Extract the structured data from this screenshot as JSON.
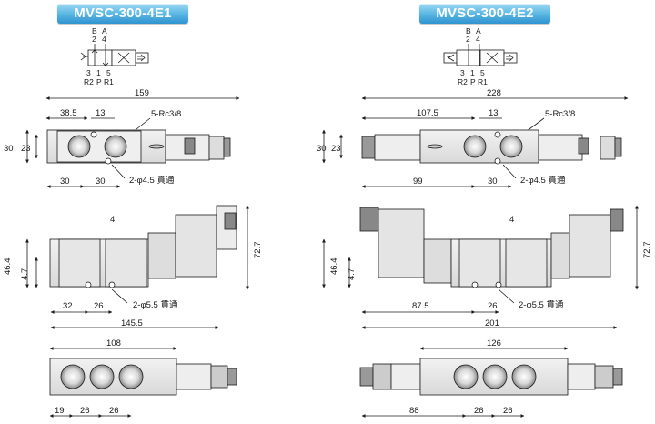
{
  "models": [
    {
      "title": "MVSC-300-4E1",
      "symbol": {
        "top": [
          "B",
          "A"
        ],
        "top_nums": [
          "2",
          "4"
        ],
        "bottom_nums": [
          "3",
          "1",
          "5"
        ],
        "bottom_labels": [
          "R2",
          "P",
          "R1"
        ]
      },
      "top_view": {
        "overall": "159",
        "first": "38.5",
        "second": "13",
        "port": "5-Rc3/8",
        "height_outer": "30",
        "height_inner": "23",
        "pitch_a": "30",
        "pitch_b": "30",
        "mount": "2-φ4.5 貫通"
      },
      "side_view": {
        "top": "4",
        "height": "46.4",
        "small": "4.7",
        "total_height": "72.7",
        "left": "32",
        "pitch": "26",
        "mount": "2-φ5.5 貫通",
        "overall": "145.5"
      },
      "bottom_view": {
        "width": "108",
        "a": "19",
        "b": "26",
        "c": "26"
      }
    },
    {
      "title": "MVSC-300-4E2",
      "symbol": {
        "top": [
          "B",
          "A"
        ],
        "top_nums": [
          "2",
          "4"
        ],
        "bottom_nums": [
          "3",
          "1",
          "5"
        ],
        "bottom_labels": [
          "R2",
          "P",
          "R1"
        ]
      },
      "top_view": {
        "overall": "228",
        "first": "107.5",
        "second": "13",
        "port": "5-Rc3/8",
        "height_outer": "30",
        "height_inner": "23",
        "pitch_a": "99",
        "pitch_b": "30",
        "mount": "2-φ4.5 貫通"
      },
      "side_view": {
        "top": "4",
        "height": "46.4",
        "small": "4.7",
        "total_height": "72.7",
        "left": "87.5",
        "pitch": "26",
        "mount": "2-φ5.5 貫通",
        "overall": "201"
      },
      "bottom_view": {
        "width": "126",
        "a": "88",
        "b": "26",
        "c": "26"
      }
    }
  ],
  "colors": {
    "badge_top": "#9fdaf3",
    "badge_bottom": "#2f93cf",
    "body_fill": "#e8e8e8",
    "line": "#1a1a1a"
  }
}
